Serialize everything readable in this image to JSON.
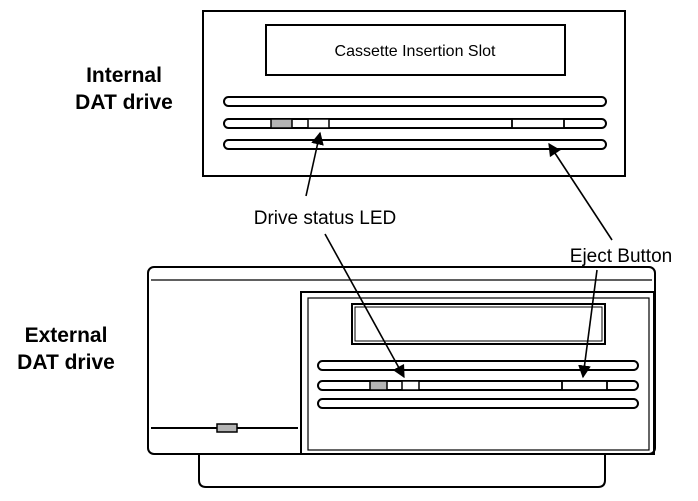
{
  "internal_drive": {
    "label_line1": "Internal",
    "label_line2": "DAT drive",
    "slot_label": "Cassette Insertion Slot"
  },
  "external_drive": {
    "label_line1": "External",
    "label_line2": "DAT drive"
  },
  "callouts": {
    "led": "Drive status LED",
    "eject": "Eject Button"
  },
  "colors": {
    "stroke": "#000000",
    "led_fill": "#b4b4b4",
    "background": "#ffffff"
  }
}
